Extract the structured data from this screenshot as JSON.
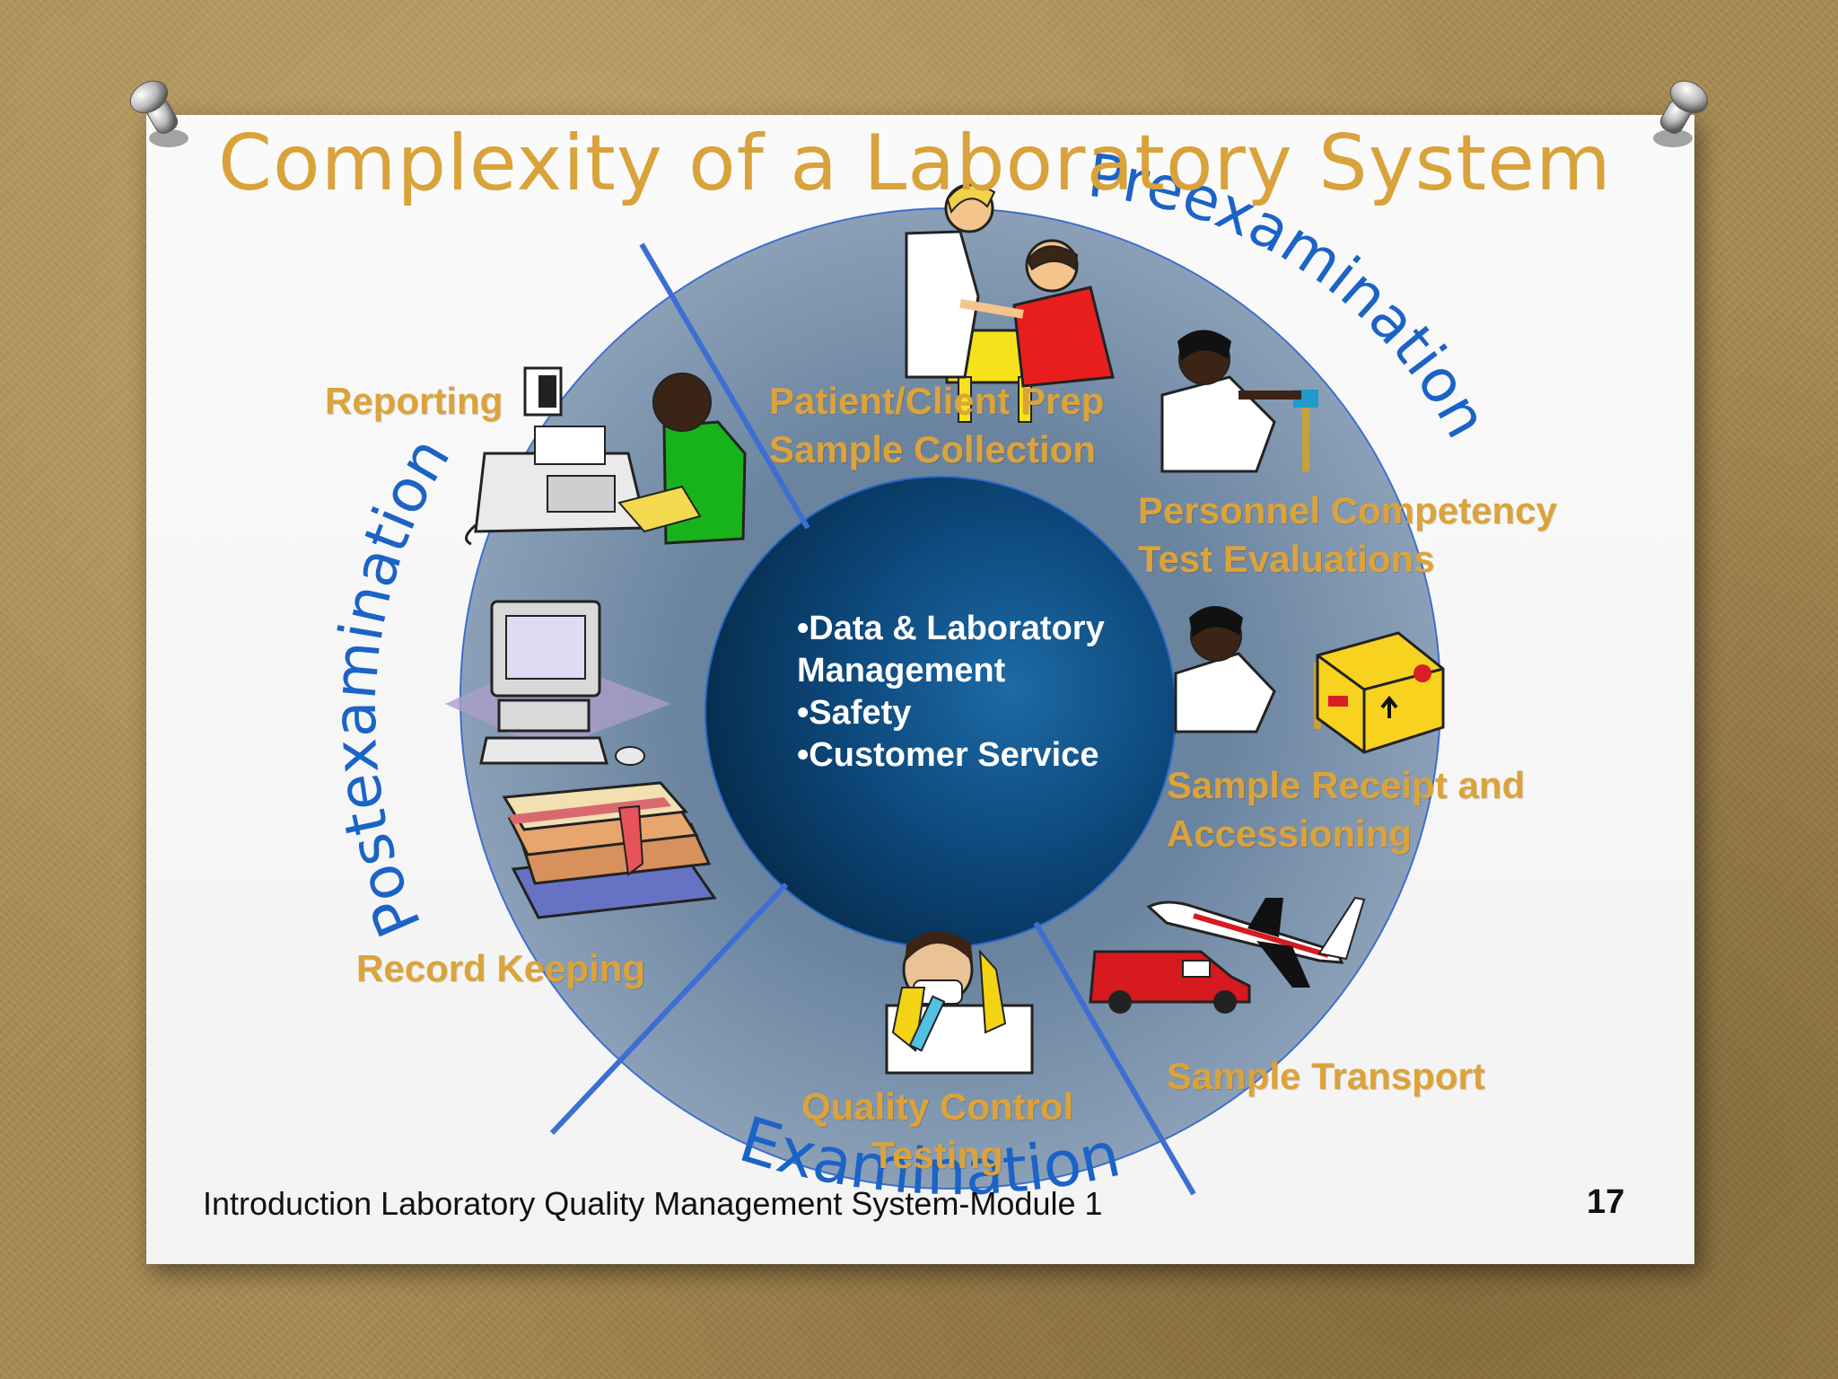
{
  "title": "Complexity of a Laboratory System",
  "phases": {
    "pre": "Preexamination",
    "exam": "Examination",
    "post": "Postexamination"
  },
  "center": {
    "line1": "•Data & Laboratory",
    "line2": "Management",
    "line3": "•Safety",
    "line4": "•Customer Service"
  },
  "steps": {
    "patient_prep": {
      "line1": "Patient/Client Prep",
      "line2": "Sample Collection"
    },
    "personnel": {
      "line1": "Personnel Competency",
      "line2": "Test Evaluations"
    },
    "receipt": {
      "line1": "Sample Receipt and",
      "line2": "Accessioning"
    },
    "transport": "Sample Transport",
    "qc": {
      "line1": "Quality Control",
      "line2": "Testing"
    },
    "record": "Record Keeping",
    "reporting": "Reporting"
  },
  "footer": {
    "text": "Introduction Laboratory Quality Management System-Module 1",
    "page": "17"
  },
  "icons": [
    "pushpin-icon",
    "phlebotomy-icon",
    "lab-technician-icon",
    "package-icon",
    "van-icon",
    "airplane-icon",
    "scientist-icon",
    "computer-icon",
    "books-icon",
    "fax-phone-icon"
  ],
  "colors": {
    "title": "#d9a23a",
    "label": "#dca33b",
    "ring": "#7e95ae",
    "center": "#0b3a64",
    "phase_text": "#1b63c6",
    "divider": "#3c6fd1"
  }
}
